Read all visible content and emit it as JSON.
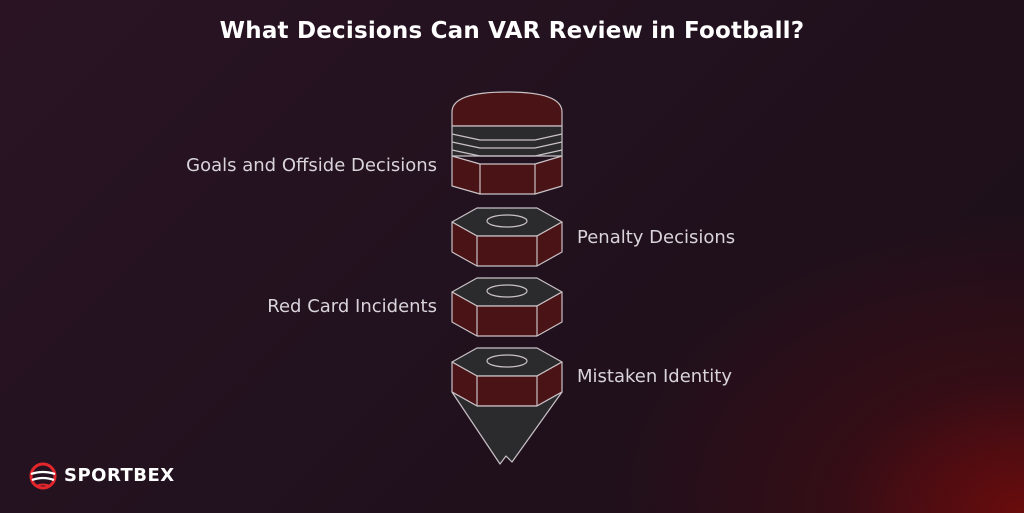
{
  "title": "What Decisions Can VAR Review in Football?",
  "stages": [
    {
      "label": "Goals and Offside Decisions",
      "side": "left"
    },
    {
      "label": "Penalty Decisions",
      "side": "right"
    },
    {
      "label": "Red Card Incidents",
      "side": "left"
    },
    {
      "label": "Mistaken Identity",
      "side": "right"
    }
  ],
  "brand": {
    "name": "SPORTBEX",
    "accent": "#e3262c"
  },
  "colors": {
    "segment_fill": "#4a1416",
    "segment_top": "#2b2a2c",
    "outline": "#c9c2c6"
  }
}
